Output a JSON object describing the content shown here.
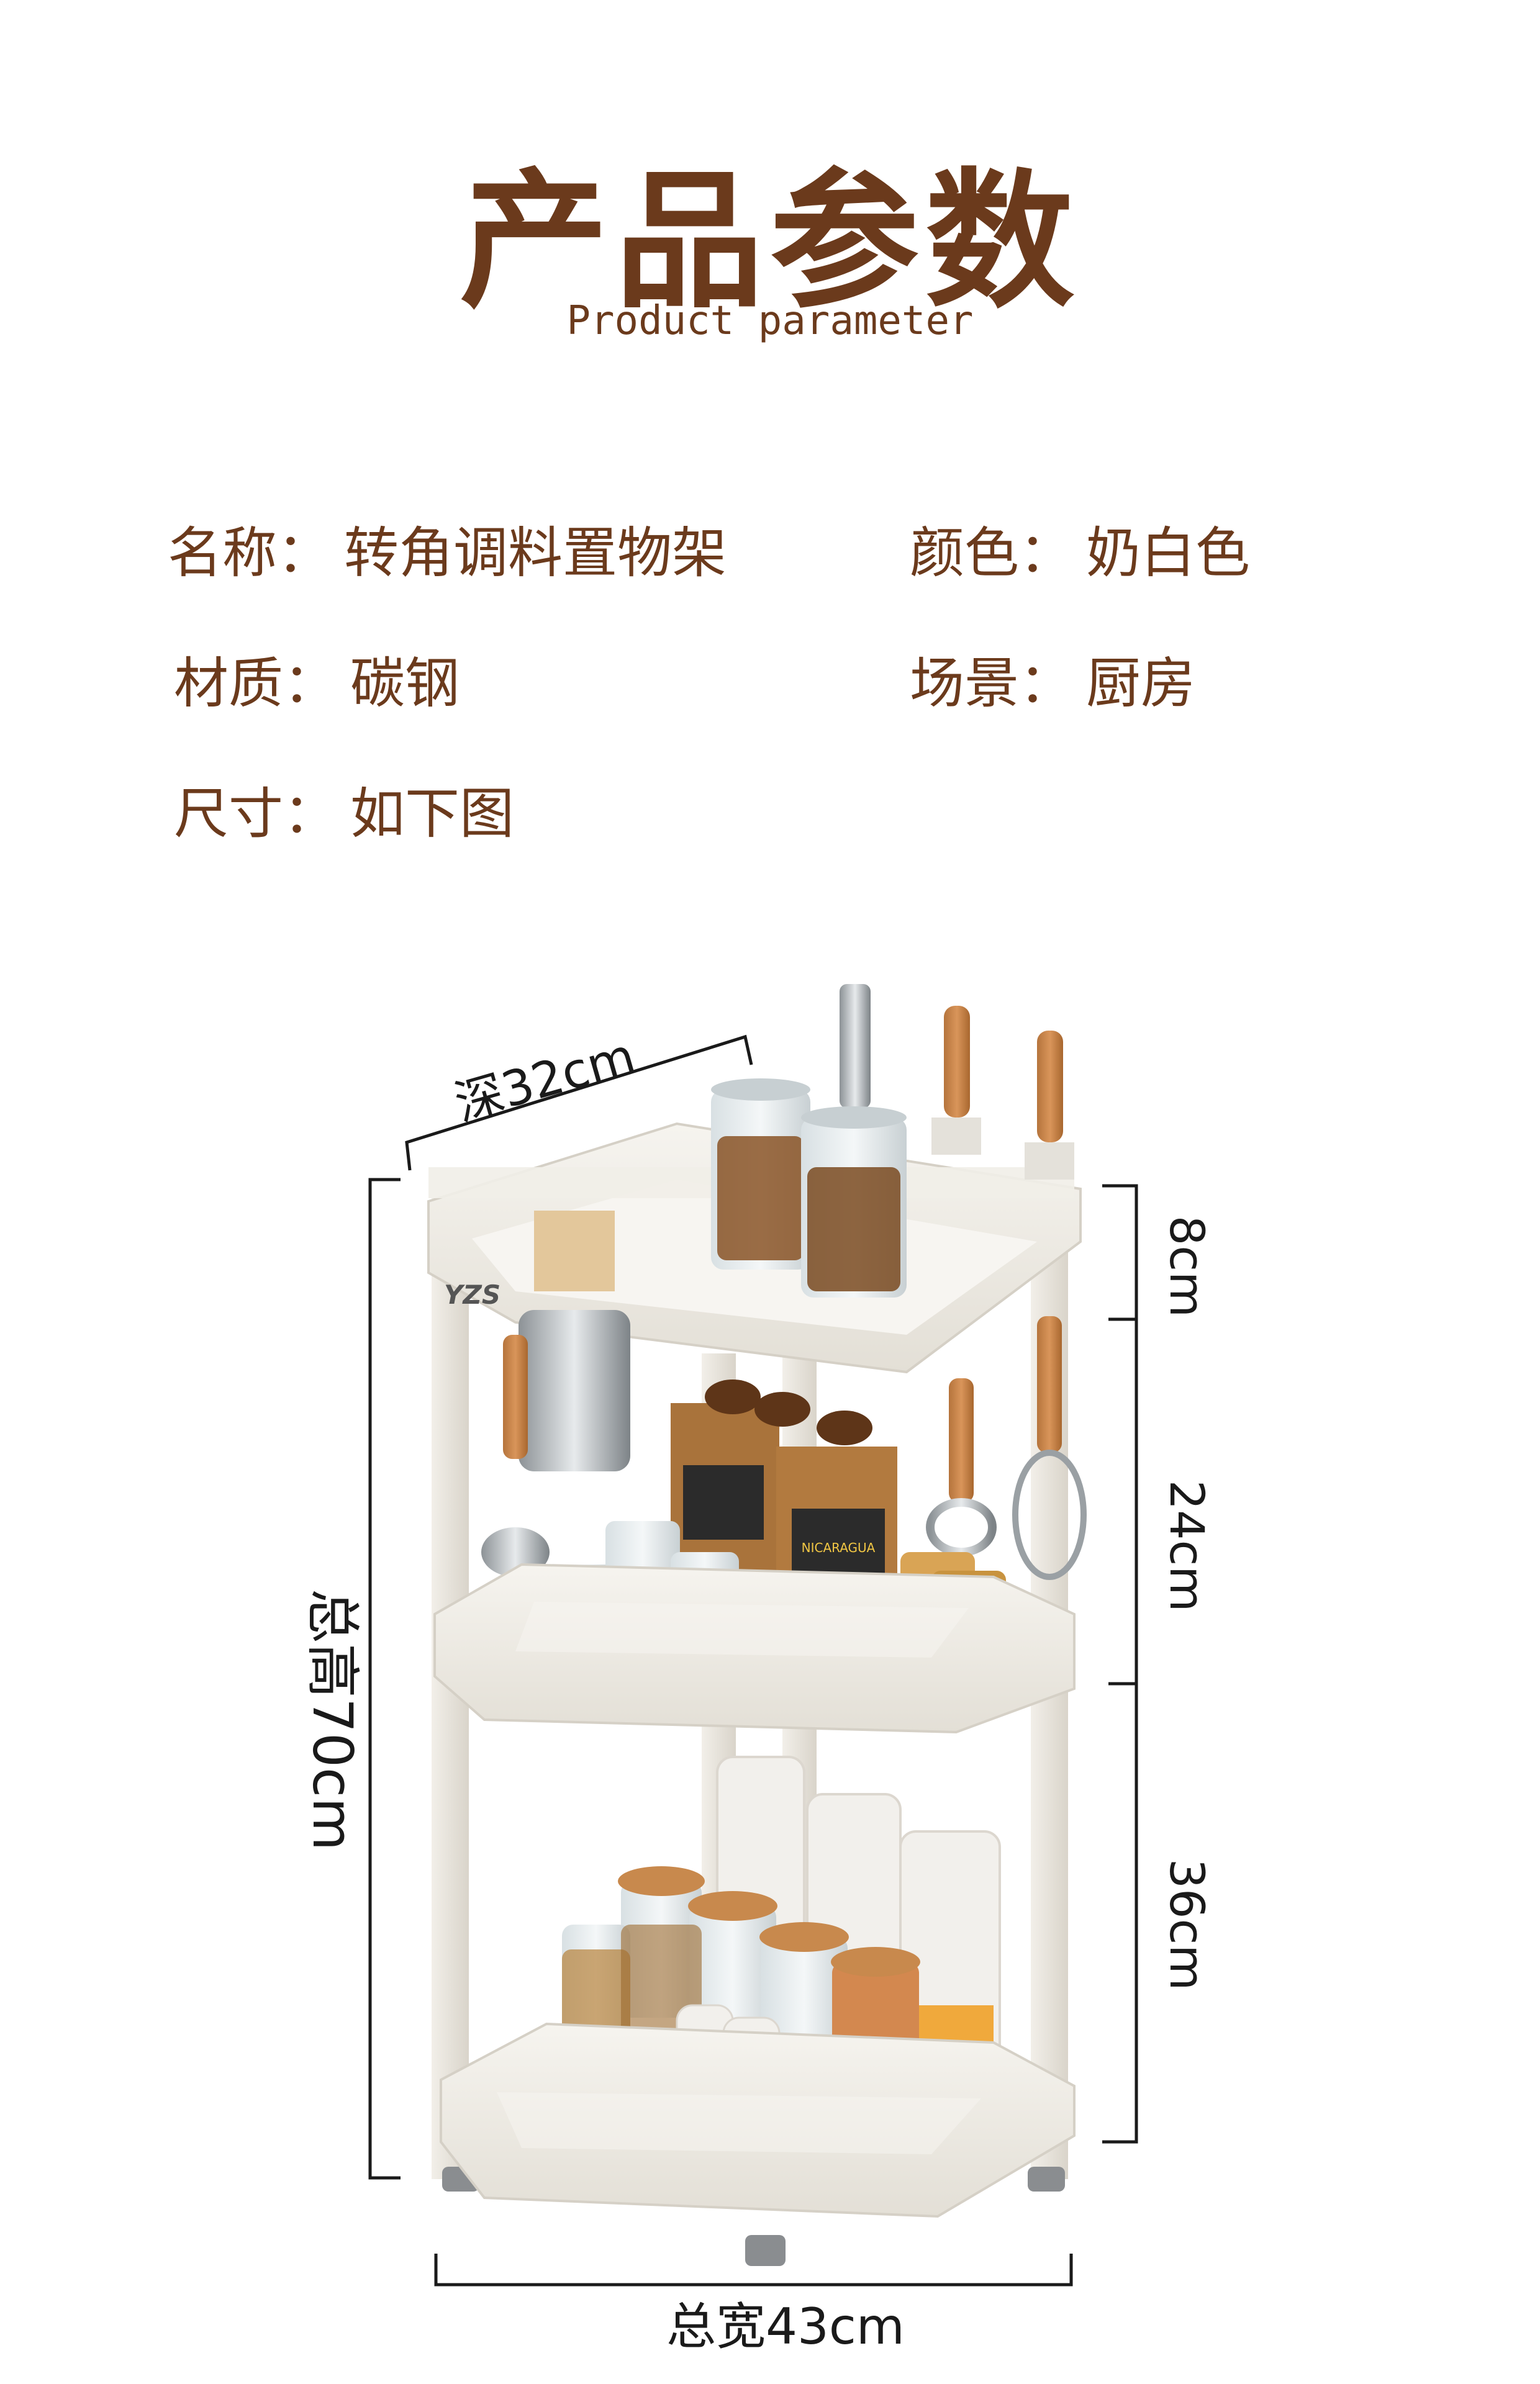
{
  "header": {
    "title": "产品参数",
    "subtitle": "Product parameter"
  },
  "specs": {
    "name": {
      "label": "名称",
      "value": "转角调料置物架"
    },
    "color": {
      "label": "颜色",
      "value": "奶白色"
    },
    "material": {
      "label": "材质",
      "value": "碳钢"
    },
    "scene": {
      "label": "场景",
      "value": "厨房"
    },
    "size": {
      "label": "尺寸",
      "value": "如下图"
    }
  },
  "separator": "：",
  "dimensions": {
    "depth": "深32cm",
    "height_total": "总高70cm",
    "width_total": "总宽43cm",
    "tier_top": "8cm",
    "tier_middle": "24cm",
    "tier_bottom": "36cm"
  },
  "product_image": {
    "brand_logo": "YZS",
    "packet_label": "NICARAGUA"
  },
  "colors": {
    "brand_brown": "#6b3a1c",
    "shelf_cream": "#eeebe4",
    "dimension_line": "#1a1a1a"
  }
}
